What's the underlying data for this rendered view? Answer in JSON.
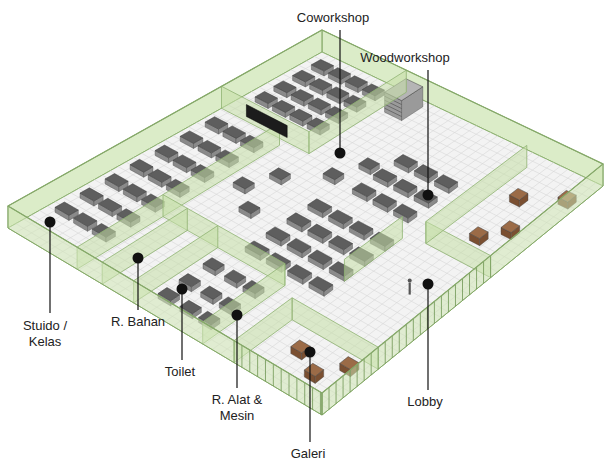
{
  "diagram": {
    "labels": [
      "Coworkshop",
      "Woodworkshop",
      "Stuido / Kelas",
      "R. Bahan",
      "Toilet",
      "R. Alat & Mesin",
      "Galeri",
      "Lobby"
    ]
  }
}
